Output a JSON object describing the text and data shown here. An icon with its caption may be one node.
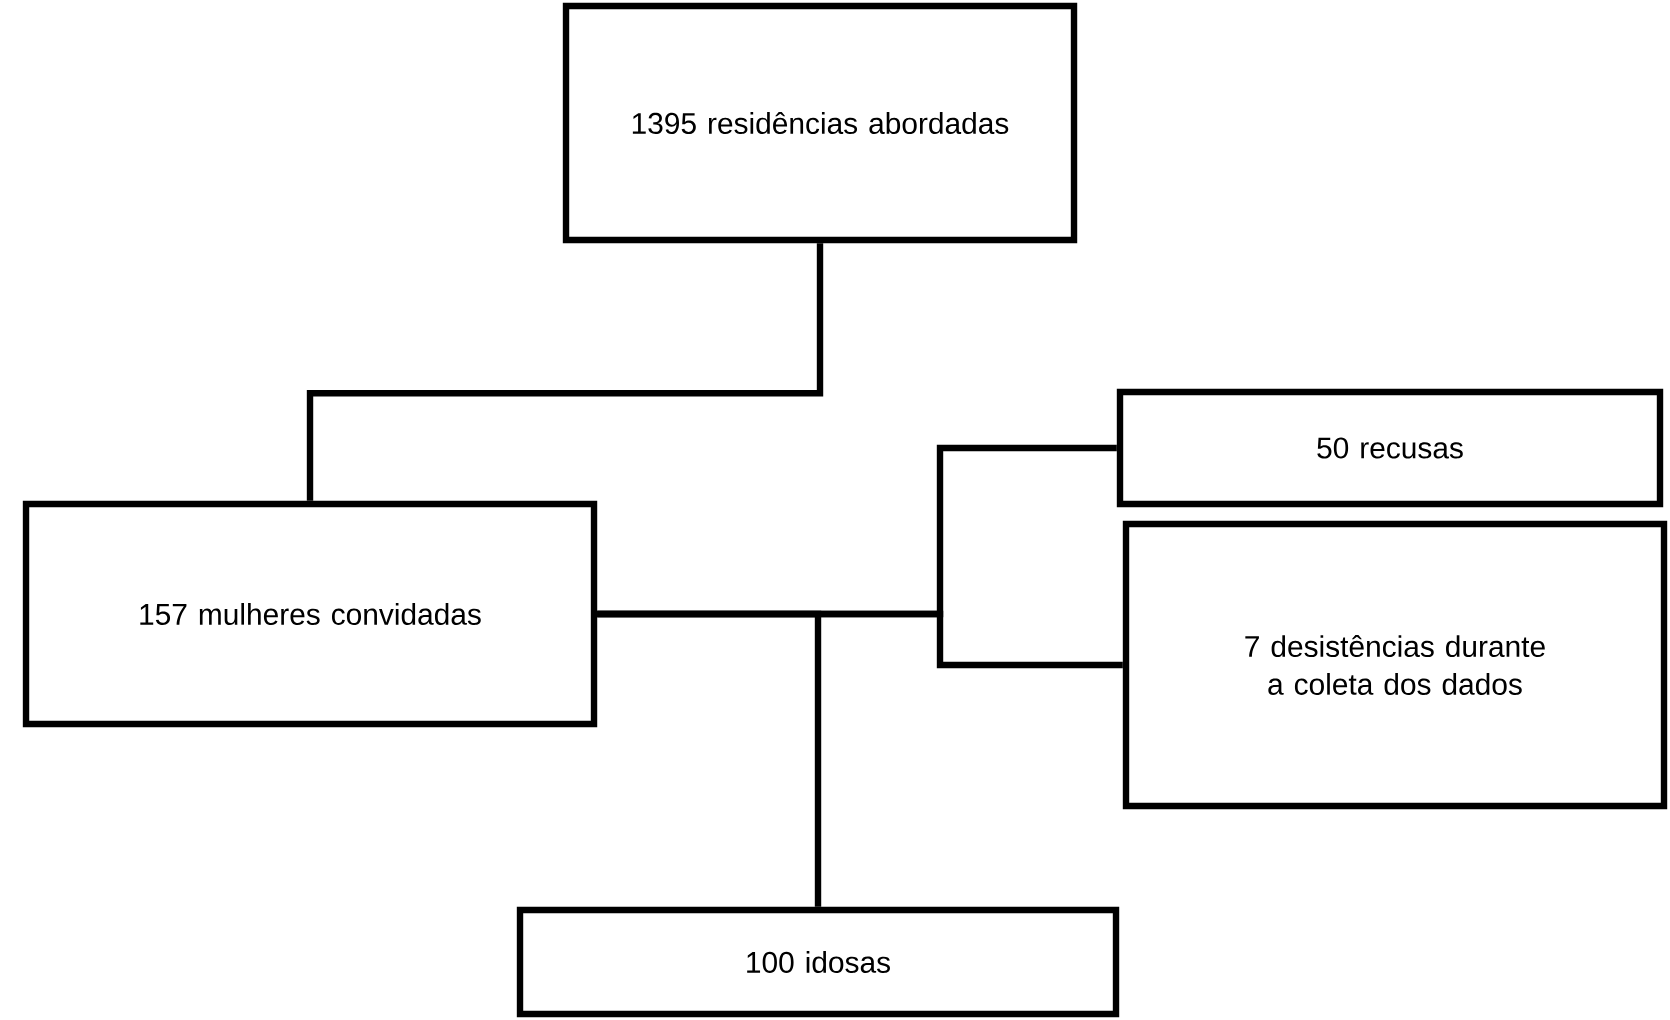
{
  "diagram": {
    "nodes": [
      {
        "text": [
          "1395 residências abordadas"
        ]
      },
      {
        "text": [
          "157 mulheres convidadas"
        ]
      },
      {
        "text": [
          "50 recusas"
        ]
      },
      {
        "text": [
          "7 desistências durante a coleta dos dados"
        ]
      },
      {
        "text": [
          "100 idosas"
        ]
      }
    ],
    "edges": [
      {
        "from": 0,
        "to": 1,
        "arrow": "none"
      },
      {
        "from": 1,
        "to": 2,
        "arrow": "none"
      },
      {
        "from": 1,
        "to": 3,
        "arrow": "none"
      },
      {
        "from": 1,
        "to": 4,
        "arrow": "none"
      }
    ]
  }
}
